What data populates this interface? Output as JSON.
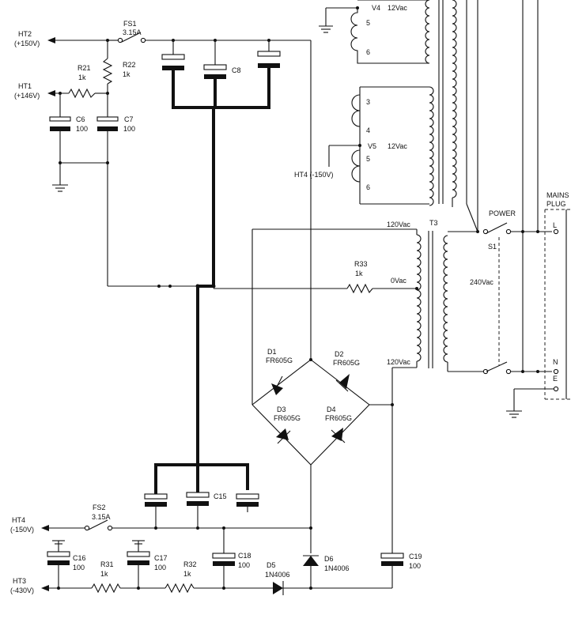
{
  "supply_rails": {
    "ht2": {
      "name": "HT2",
      "voltage": "(+150V)"
    },
    "ht1": {
      "name": "HT1",
      "voltage": "(+146V)"
    },
    "ht4_top": "HT4 (-150V)",
    "ht4": {
      "name": "HT4",
      "voltage": "(-150V)"
    },
    "ht3": {
      "name": "HT3",
      "voltage": "(-430V)"
    }
  },
  "fuses": {
    "fs1": {
      "ref": "FS1",
      "rating": "3.15A"
    },
    "fs2": {
      "ref": "FS2",
      "rating": "3.15A"
    }
  },
  "resistors": {
    "r21": {
      "ref": "R21",
      "value": "1k"
    },
    "r22": {
      "ref": "R22",
      "value": "1k"
    },
    "r33": {
      "ref": "R33",
      "value": "1k"
    },
    "r31": {
      "ref": "R31",
      "value": "1k"
    },
    "r32": {
      "ref": "R32",
      "value": "1k"
    }
  },
  "capacitors": {
    "c6": {
      "ref": "C6",
      "value": "100"
    },
    "c7": {
      "ref": "C7",
      "value": "100"
    },
    "c8": {
      "ref": "C8"
    },
    "c15": {
      "ref": "C15"
    },
    "c16": {
      "ref": "C16",
      "value": "100"
    },
    "c17": {
      "ref": "C17",
      "value": "100"
    },
    "c18": {
      "ref": "C18",
      "value": "100"
    },
    "c19": {
      "ref": "C19",
      "value": "100"
    }
  },
  "diodes": {
    "d1": {
      "ref": "D1",
      "part": "FR605G"
    },
    "d2": {
      "ref": "D2",
      "part": "FR605G"
    },
    "d3": {
      "ref": "D3",
      "part": "FR605G"
    },
    "d4": {
      "ref": "D4",
      "part": "FR605G"
    },
    "d5": {
      "ref": "D5",
      "part": "1N4006"
    },
    "d6": {
      "ref": "D6",
      "part": "1N4006"
    }
  },
  "transformer": {
    "ref": "T3",
    "v4": "V4",
    "v5": "V5",
    "sec_12vac_a": "12Vac",
    "sec_12vac_b": "12Vac",
    "tap_120vac_top": "120Vac",
    "tap_0vac": "0Vac",
    "tap_120vac_bottom": "120Vac",
    "primary": "240Vac",
    "pins": [
      "5",
      "6",
      "3",
      "4",
      "5",
      "6"
    ]
  },
  "switch": {
    "label": "POWER",
    "ref": "S1"
  },
  "mains_plug": {
    "title_line1": "MAINS",
    "title_line2": "PLUG",
    "pins": [
      "L",
      "N",
      "E"
    ]
  }
}
